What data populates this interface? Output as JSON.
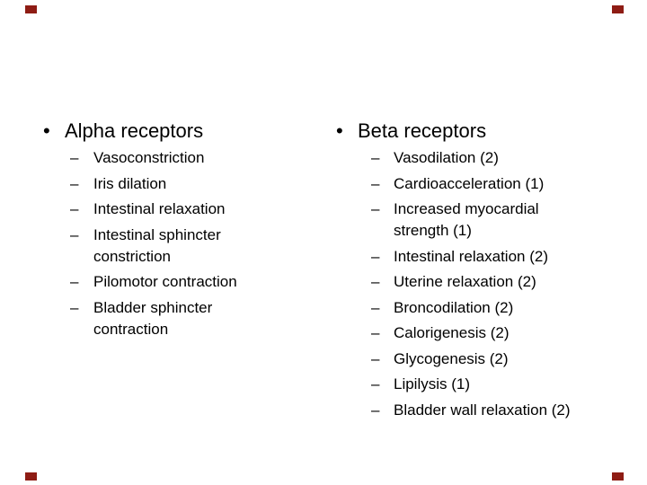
{
  "slide": {
    "glyphs": {
      "bullet": "•",
      "dash": "–"
    },
    "colors": {
      "background": "#ffffff",
      "text": "#000000",
      "corner_mark": "#8e1c14"
    },
    "columns": [
      {
        "title": "Alpha receptors",
        "items": [
          "Vasoconstriction",
          "Iris dilation",
          "Intestinal relaxation",
          "Intestinal sphincter\nconstriction",
          "Pilomotor contraction",
          "Bladder sphincter\ncontraction"
        ]
      },
      {
        "title": "Beta receptors",
        "items": [
          "Vasodilation (2)",
          "Cardioacceleration (1)",
          "Increased myocardial\nstrength (1)",
          "Intestinal relaxation (2)",
          "Uterine relaxation (2)",
          "Broncodilation (2)",
          "Calorigenesis (2)",
          "Glycogenesis (2)",
          "Lipilysis (1)",
          "Bladder wall relaxation (2)"
        ]
      }
    ]
  }
}
